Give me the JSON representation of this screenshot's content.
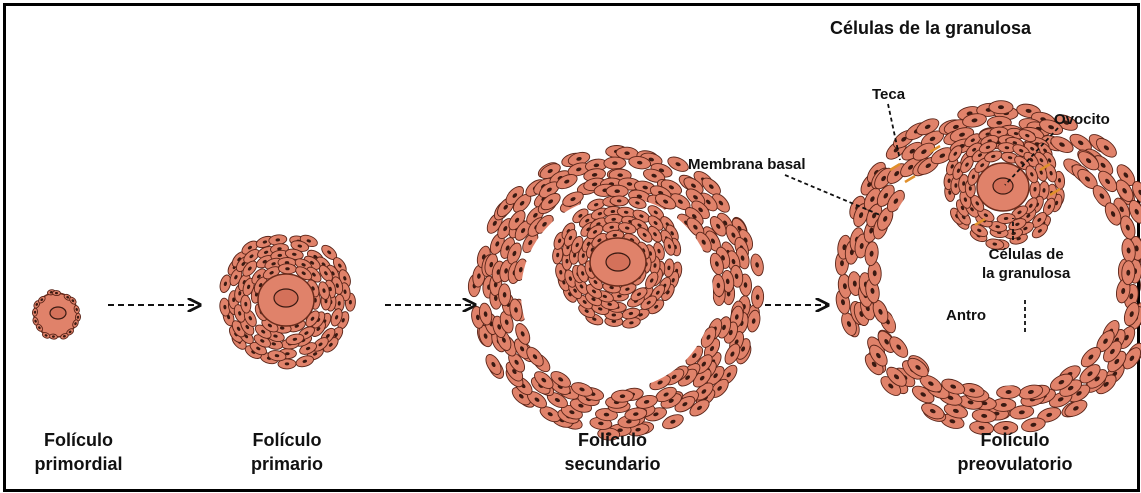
{
  "title": "Células de la granulosa",
  "stages": [
    {
      "name": "Folículo\nprimordial"
    },
    {
      "name": "Folículo\nprimario"
    },
    {
      "name": "Folículo\nsecundario"
    },
    {
      "name": "Folículo\npreovulatorio"
    }
  ],
  "labels": {
    "teca": "Teca",
    "ovocito": "Ovocito",
    "membrana_basal": "Membrana basal",
    "celulas_granulosa": "Células de\nla granulosa",
    "antro": "Antro"
  },
  "colors": {
    "cell_fill": "#e0826a",
    "cell_stroke": "#5a2418",
    "nucleus": "#3a1a12",
    "teca": "#e0902c"
  }
}
